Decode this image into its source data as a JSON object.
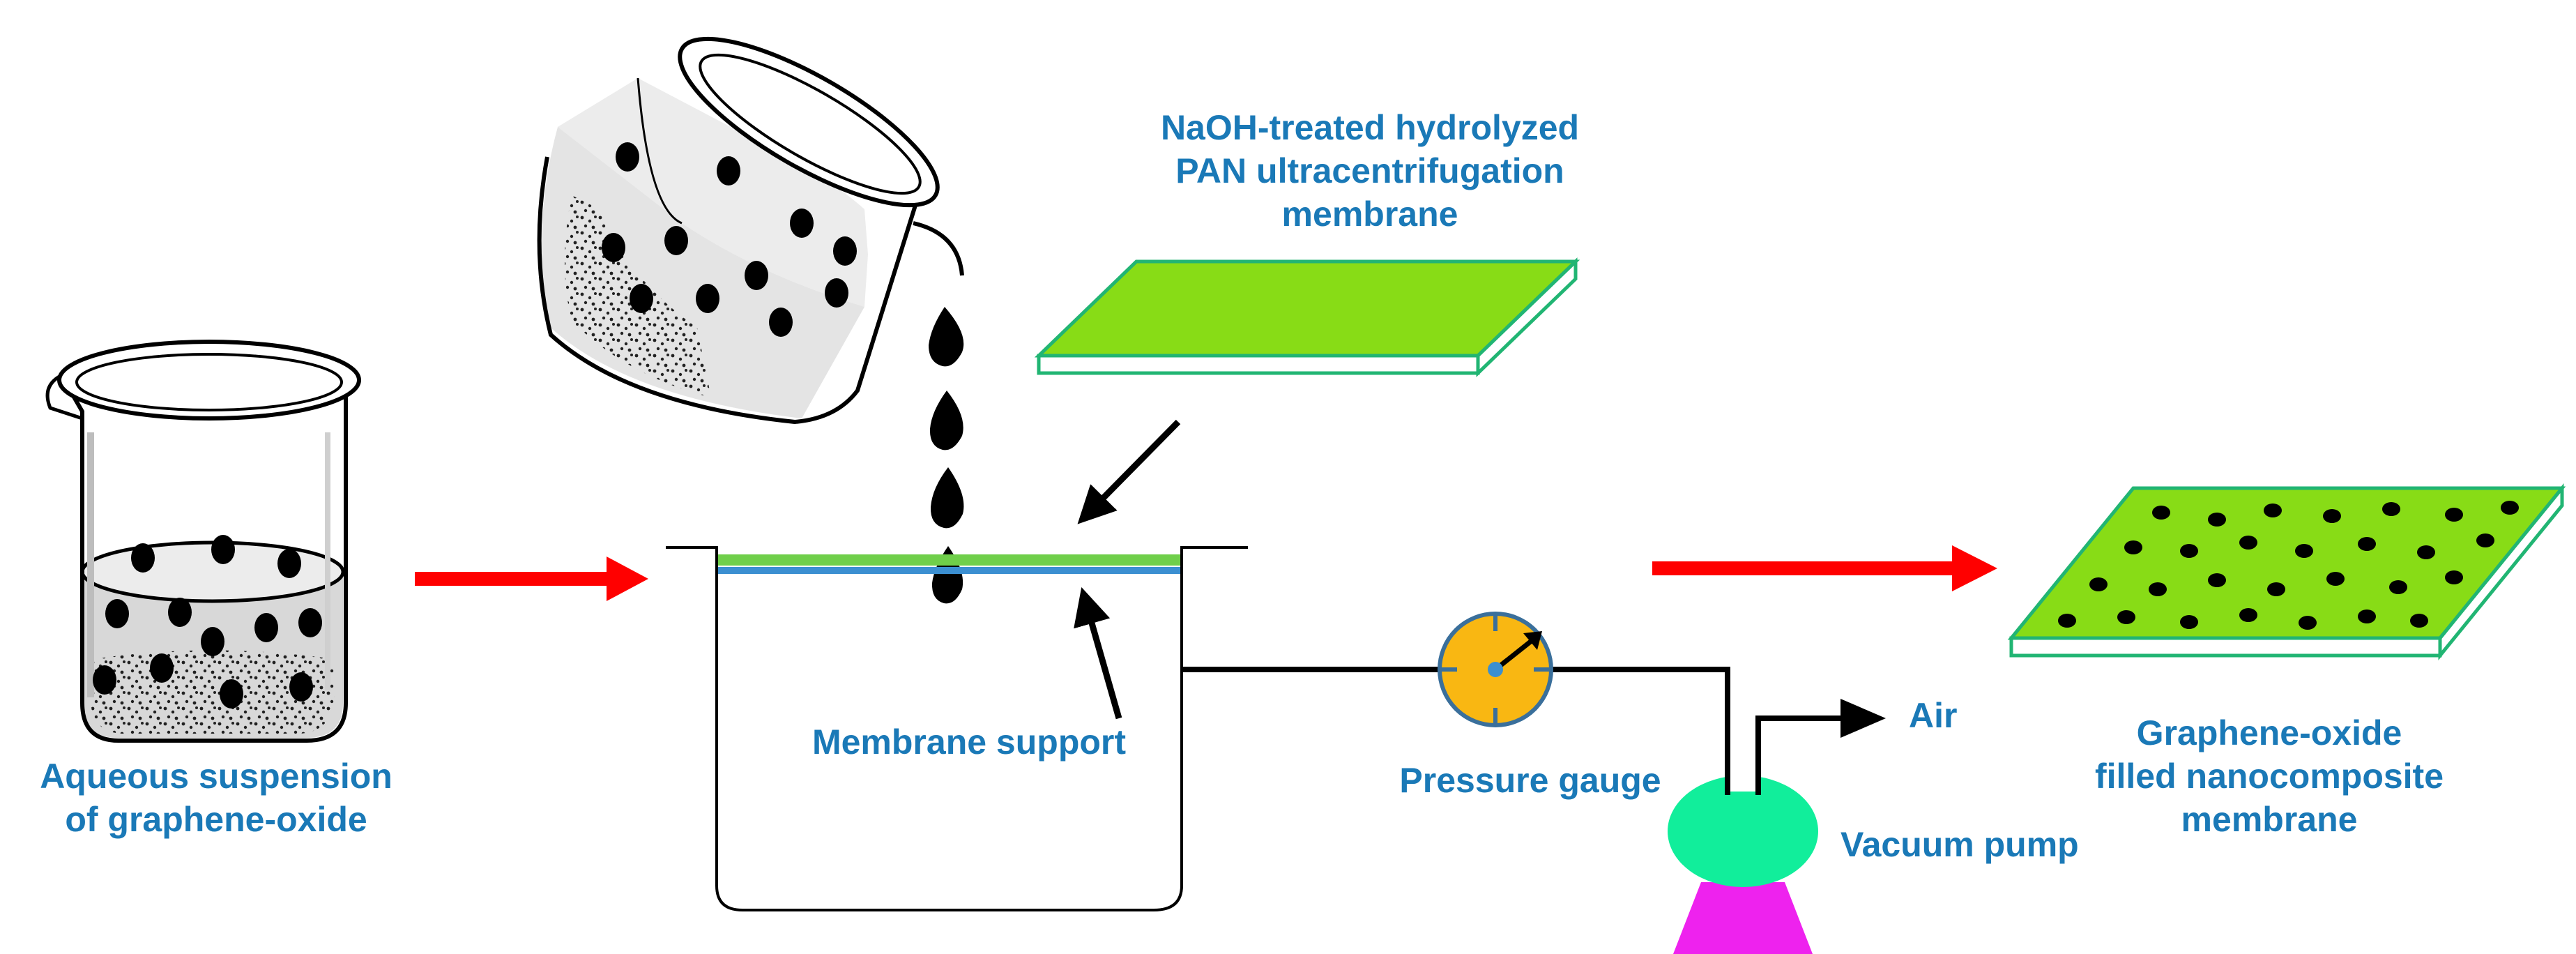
{
  "colors": {
    "label_blue": "#1a79b7",
    "arrow_red": "#ff0000",
    "membrane_green": "#88dc16",
    "membrane_edge": "#21b573",
    "support_blue": "#3b8fd1",
    "gauge_orange": "#f9b712",
    "gauge_edge": "#3a6f9b",
    "pump_green": "#11ee9b",
    "pump_base_magenta": "#ee22ee",
    "particle_black": "#000000"
  },
  "labels": {
    "aqueous": [
      "Aqueous suspension",
      "of graphene-oxide"
    ],
    "naoh_membrane": [
      "NaOH-treated hydrolyzed",
      "PAN ultracentrifugation",
      "membrane"
    ],
    "membrane_support": "Membrane support",
    "pressure_gauge": "Pressure gauge",
    "air": "Air",
    "vacuum_pump": "Vacuum pump",
    "product": [
      "Graphene-oxide",
      "filled nanocomposite",
      "membrane"
    ]
  },
  "icons": {
    "beaker": "beaker-icon",
    "pouring_beaker": "pouring-beaker-icon",
    "filtration_vessel": "filtration-vessel-icon",
    "pressure_gauge": "pressure-gauge-icon",
    "vacuum_pump": "vacuum-pump-icon"
  }
}
